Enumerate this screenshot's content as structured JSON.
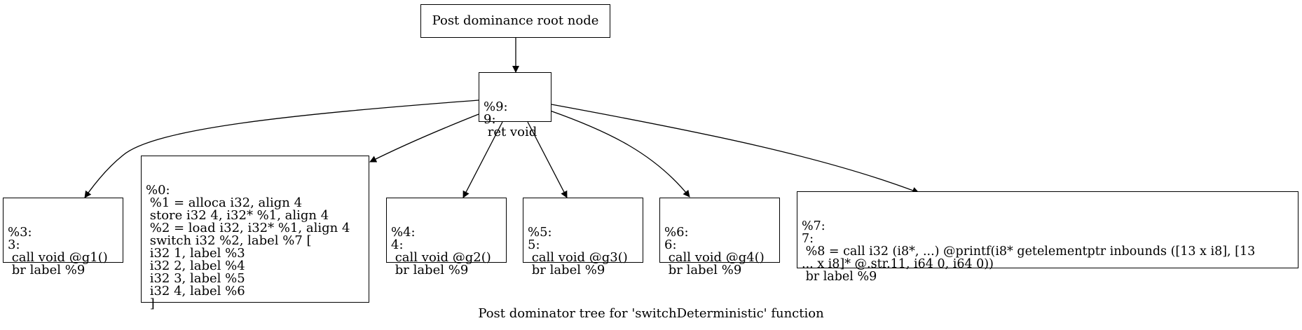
{
  "graph": {
    "caption": "Post dominator tree for 'switchDeterministic' function",
    "nodes": {
      "root": "Post dominance root node",
      "n9": "%9:\n9:\n ret void",
      "n3": "%3:\n3:\n call void @g1()\n br label %9",
      "n0": "%0:\n %1 = alloca i32, align 4\n store i32 4, i32* %1, align 4\n %2 = load i32, i32* %1, align 4\n switch i32 %2, label %7 [\n i32 1, label %3\n i32 2, label %4\n i32 3, label %5\n i32 4, label %6\n ]",
      "n4": "%4:\n4:\n call void @g2()\n br label %9",
      "n5": "%5:\n5:\n call void @g3()\n br label %9",
      "n6": "%6:\n6:\n call void @g4()\n br label %9",
      "n7": "%7:\n7:\n %8 = call i32 (i8*, ...) @printf(i8* getelementptr inbounds ([13 x i8], [13\n... x i8]* @.str.11, i64 0, i64 0))\n br label %9"
    },
    "edges": [
      {
        "from": "root",
        "to": "n9"
      },
      {
        "from": "n9",
        "to": "n3"
      },
      {
        "from": "n9",
        "to": "n0"
      },
      {
        "from": "n9",
        "to": "n4"
      },
      {
        "from": "n9",
        "to": "n5"
      },
      {
        "from": "n9",
        "to": "n6"
      },
      {
        "from": "n9",
        "to": "n7"
      }
    ]
  }
}
